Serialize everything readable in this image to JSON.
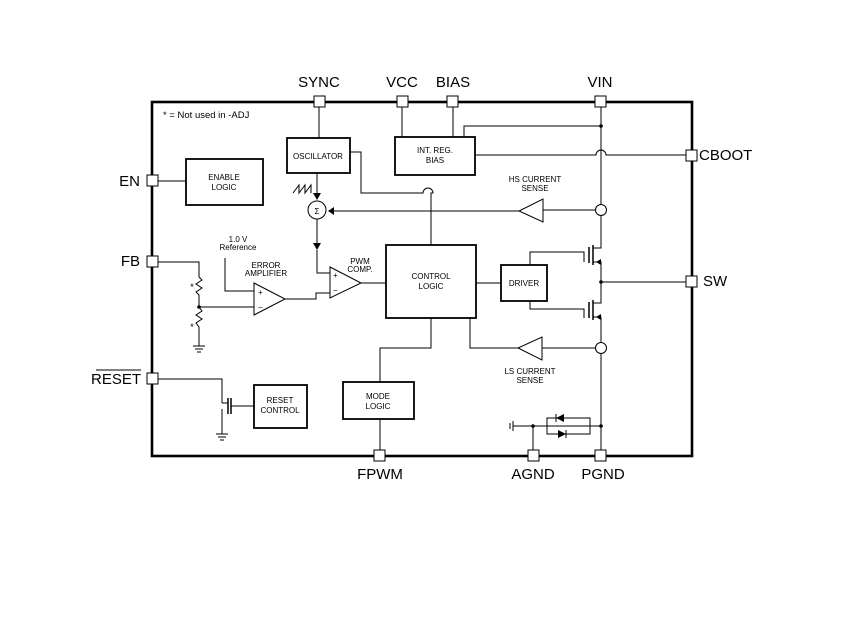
{
  "note": "* = Not used in -ADJ",
  "pins": {
    "sync": "SYNC",
    "vcc": "VCC",
    "bias": "BIAS",
    "vin": "VIN",
    "cboot": "CBOOT",
    "en": "EN",
    "fb": "FB",
    "sw": "SW",
    "reset": "RESET",
    "fpwm": "FPWM",
    "agnd": "AGND",
    "pgnd": "PGND"
  },
  "blocks": {
    "oscillator": "OSCILLATOR",
    "int_reg_line1": "INT. REG.",
    "int_reg_line2": "BIAS",
    "enable_line1": "ENABLE",
    "enable_line2": "LOGIC",
    "control_line1": "CONTROL",
    "control_line2": "LOGIC",
    "driver": "DRIVER",
    "reset_line1": "RESET",
    "reset_line2": "CONTROL",
    "mode_line1": "MODE",
    "mode_line2": "LOGIC"
  },
  "labels": {
    "hs_sense_line1": "HS CURRENT",
    "hs_sense_line2": "SENSE",
    "ls_sense_line1": "LS CURRENT",
    "ls_sense_line2": "SENSE",
    "ref_line1": "1.0 V",
    "ref_line2": "Reference",
    "err_line1": "ERROR",
    "err_line2": "AMPLIFIER",
    "pwm_line1": "PWM",
    "pwm_line2": "COMP.",
    "star1": "*",
    "star2": "*",
    "sigma": "Σ",
    "plus_err": "+",
    "minus_err": "−",
    "plus_pwm": "+",
    "minus_pwm": "−"
  }
}
